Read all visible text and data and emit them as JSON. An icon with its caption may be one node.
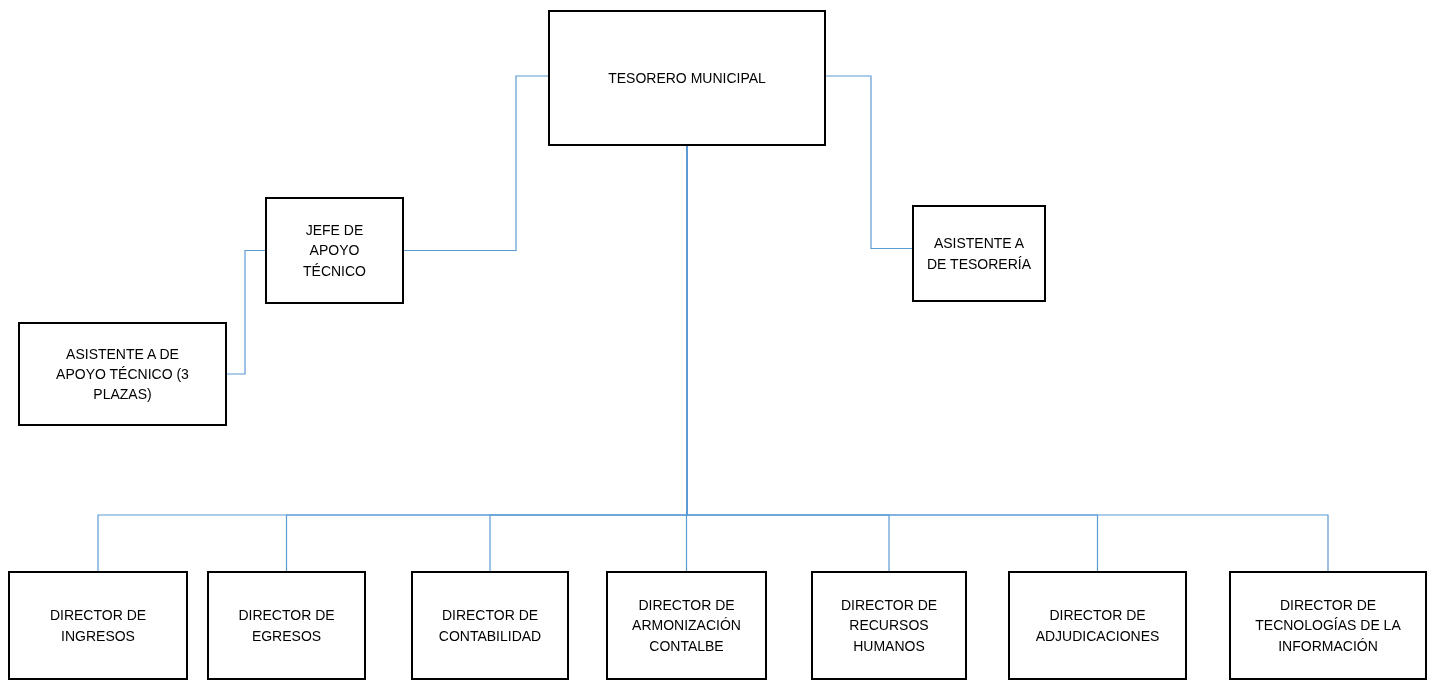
{
  "diagram": {
    "nodes": [
      {
        "text": [
          "TESORERO MUNICIPAL"
        ]
      },
      {
        "text": [
          "JEFE DE APOYO TÉCNICO"
        ]
      },
      {
        "text": [
          "ASISTENTE A DE TESORERÍA"
        ]
      },
      {
        "text": [
          "ASISTENTE A DE APOYO TÉCNICO (3 PLAZAS)"
        ]
      },
      {
        "text": [
          "DIRECTOR DE INGRESOS"
        ]
      },
      {
        "text": [
          "DIRECTOR DE EGRESOS"
        ]
      },
      {
        "text": [
          "DIRECTOR DE CONTABILIDAD"
        ]
      },
      {
        "text": [
          "DIRECTOR DE ARMONIZACIÓN CONTALBE"
        ]
      },
      {
        "text": [
          "DIRECTOR DE RECURSOS HUMANOS"
        ]
      },
      {
        "text": [
          "DIRECTOR DE ADJUDICACIONES"
        ]
      },
      {
        "text": [
          "DIRECTOR DE TECNOLOGÍAS DE LA INFORMACIÓN"
        ]
      }
    ],
    "edges": [
      {
        "from": 0,
        "to": 1,
        "arrow": "none"
      },
      {
        "from": 0,
        "to": 2,
        "arrow": "none"
      },
      {
        "from": 1,
        "to": 3,
        "arrow": "none"
      },
      {
        "from": 0,
        "to": 4,
        "arrow": "none"
      },
      {
        "from": 0,
        "to": 5,
        "arrow": "none"
      },
      {
        "from": 0,
        "to": 6,
        "arrow": "none"
      },
      {
        "from": 0,
        "to": 7,
        "arrow": "none"
      },
      {
        "from": 0,
        "to": 8,
        "arrow": "none"
      },
      {
        "from": 0,
        "to": 9,
        "arrow": "none"
      },
      {
        "from": 0,
        "to": 10,
        "arrow": "none"
      }
    ]
  }
}
